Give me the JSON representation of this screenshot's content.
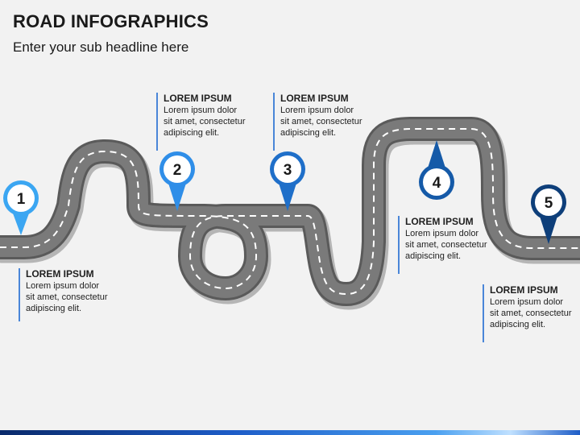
{
  "header": {
    "title": "ROAD INFOGRAPHICS",
    "subtitle": "Enter your sub headline here"
  },
  "colors": {
    "road": "#7a7a7a",
    "road_edge": "#5a5a5a",
    "marker_1": "#3ba6f2",
    "marker_2": "#2f8ee8",
    "marker_3": "#1f6fc9",
    "marker_4": "#155aa8",
    "marker_5": "#0e3f7a",
    "callout_line": "#4a86d8"
  },
  "markers": [
    {
      "number": "1"
    },
    {
      "number": "2"
    },
    {
      "number": "3"
    },
    {
      "number": "4"
    },
    {
      "number": "5"
    }
  ],
  "callouts": [
    {
      "title": "LOREM IPSUM",
      "body": "Lorem ipsum dolor\nsit amet, consectetur\nadipiscing elit."
    },
    {
      "title": "LOREM IPSUM",
      "body": "Lorem ipsum dolor\nsit amet, consectetur\nadipiscing elit."
    },
    {
      "title": "LOREM IPSUM",
      "body": "Lorem ipsum dolor\nsit amet, consectetur\nadipiscing elit."
    },
    {
      "title": "LOREM IPSUM",
      "body": "Lorem ipsum dolor\nsit amet, consectetur\nadipiscing elit."
    },
    {
      "title": "LOREM IPSUM",
      "body": "Lorem ipsum dolor\nsit amet, consectetur\nadipiscing elit."
    }
  ]
}
